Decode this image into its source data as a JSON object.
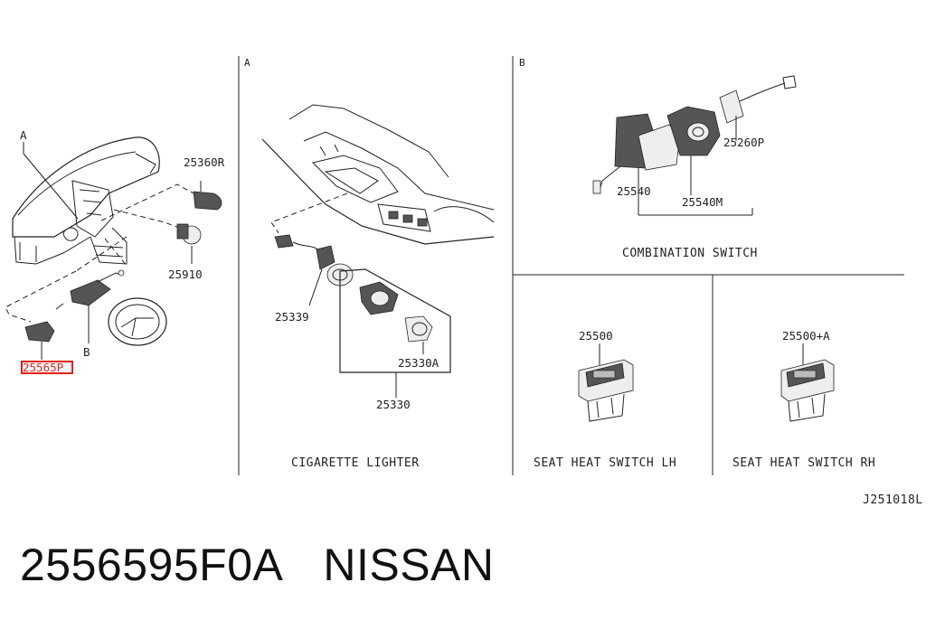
{
  "sections": {
    "a": "A",
    "b": "B"
  },
  "overview": {
    "marker_a": "A",
    "marker_b": "B",
    "parts": {
      "p25360r": "25360R",
      "p25910": "25910",
      "p25565p": "25565P"
    }
  },
  "cigarette_lighter": {
    "parts": {
      "p25339": "25339",
      "p25330a": "25330A",
      "p25330": "25330"
    },
    "caption": "CIGARETTE LIGHTER"
  },
  "combination_switch": {
    "parts": {
      "p25260p": "25260P",
      "p25540": "25540",
      "p25540m": "25540M"
    },
    "caption": "COMBINATION SWITCH"
  },
  "seat_heat_lh": {
    "part": "25500",
    "caption": "SEAT HEAT SWITCH LH"
  },
  "seat_heat_rh": {
    "part": "25500+A",
    "caption": "SEAT HEAT SWITCH RH"
  },
  "diagram_code": "J251018L",
  "footer": {
    "part_number": "2556595F0A",
    "brand": "NISSAN"
  },
  "colors": {
    "highlight": "#e0201a",
    "ink": "#222222"
  }
}
